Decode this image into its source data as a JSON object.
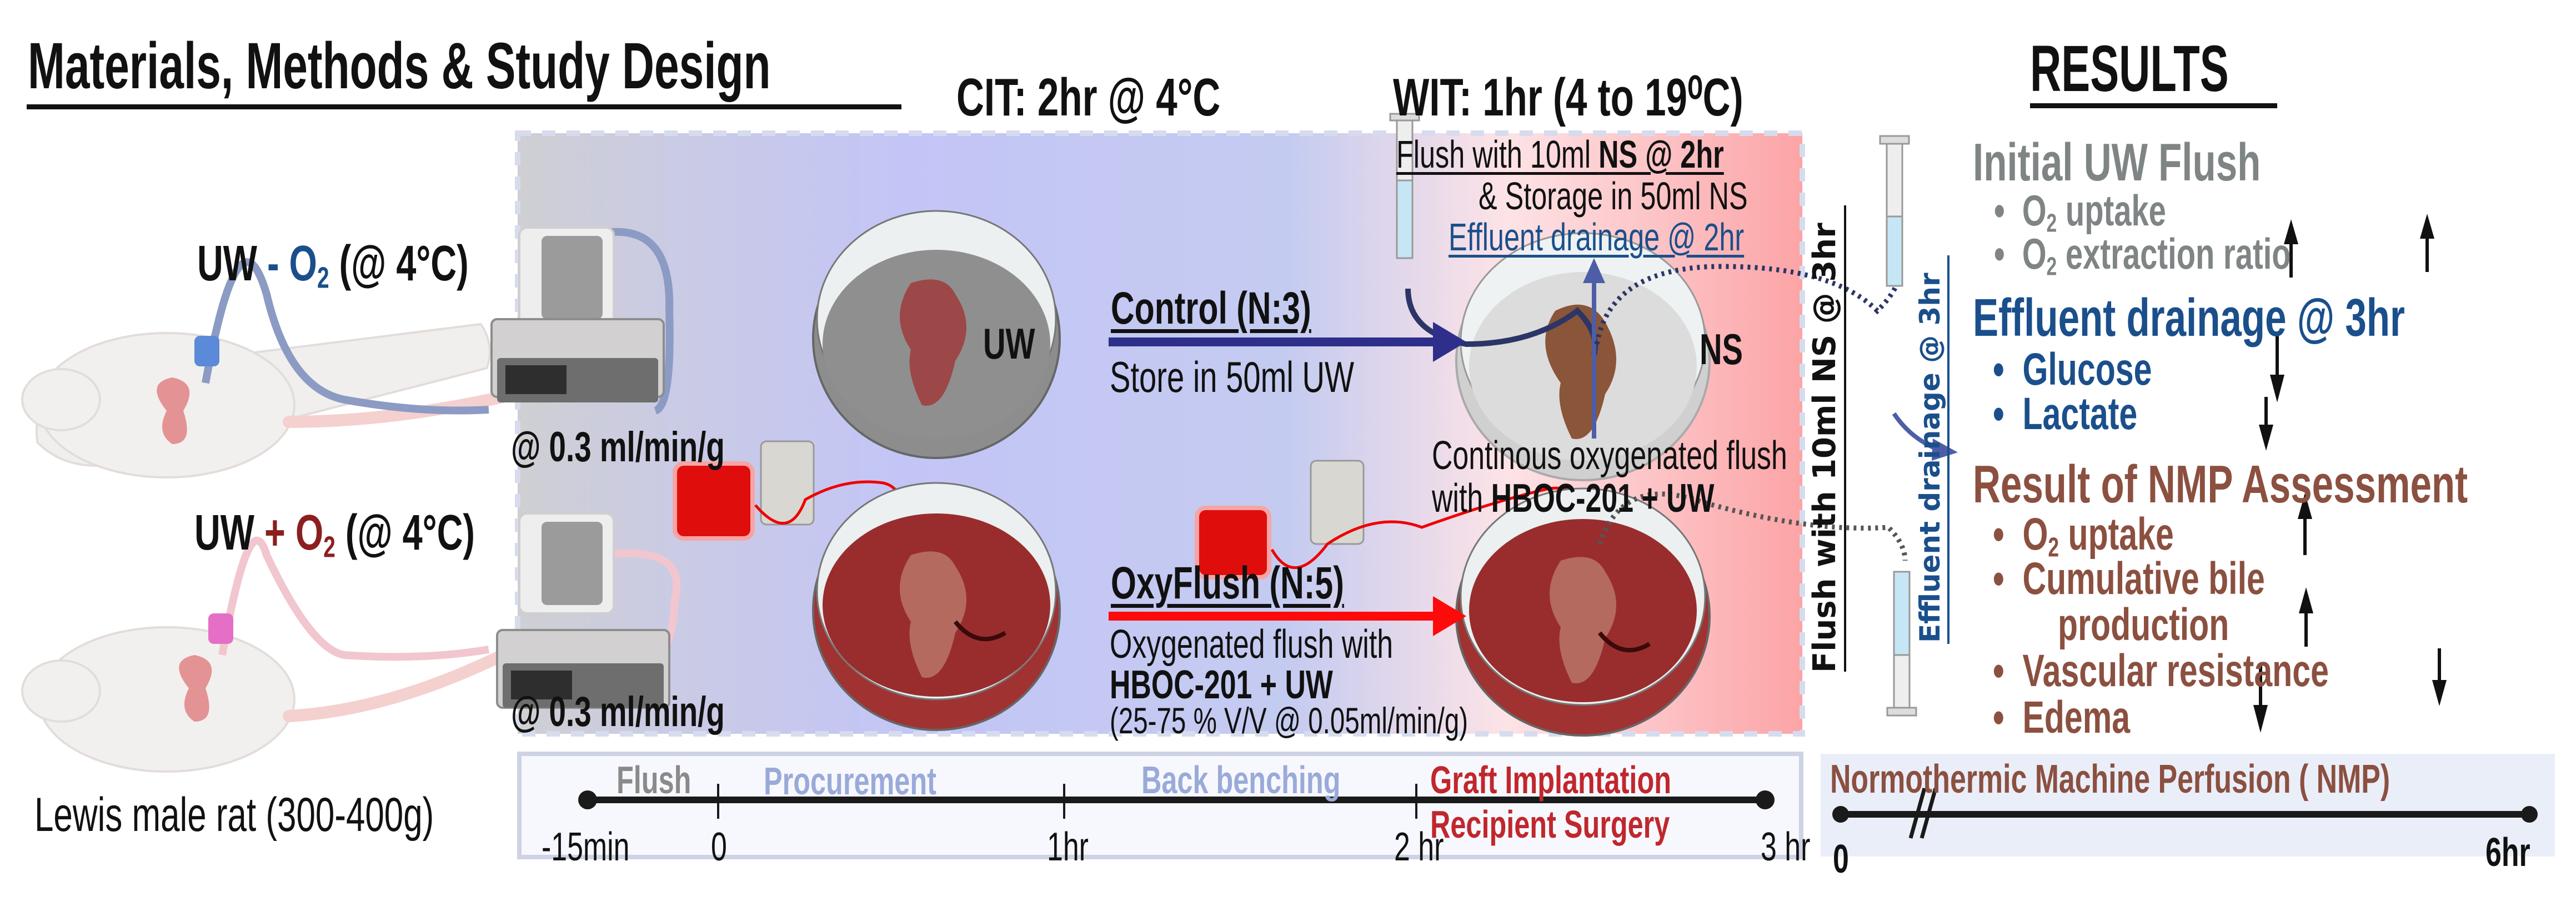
{
  "colors": {
    "o2_minus_blue": "#1a4f8b",
    "o2_plus_red": "#8b1f1f",
    "initial_flush_gray": "#7f8485",
    "effluent_blue": "#1a4f8b",
    "nmp_brown": "#8b5040",
    "control_arrow": "#2e2f8a",
    "oxyflush_arrow": "#ff0a0a",
    "timeline_flush": "#8a8a8a",
    "timeline_phase": "#9aaad8",
    "timeline_graft": "#c0272d"
  },
  "header": {
    "title": "Materials, Methods & Study Design",
    "cit": "CIT: 2hr @ 4°C",
    "wit": "WIT: 1hr (4 to 19⁰C)",
    "results": "RESULTS"
  },
  "left": {
    "uw_minus": {
      "prefix": "UW ",
      "op": "-",
      "chem": " O",
      "sub": "2",
      "suffix": " (@ 4°C)"
    },
    "uw_plus": {
      "prefix": "UW ",
      "op": "+",
      "chem": " O",
      "sub": "2",
      "suffix": " (@ 4°C)"
    },
    "rate_top": "@ 0.3 ml/min/g",
    "rate_bottom": "@ 0.3 ml/min/g",
    "rat_label": "Lewis male rat (300-400g)"
  },
  "center": {
    "dish_uw_label": "UW",
    "dish_ns_label": "NS",
    "control_title": "Control (N:3)",
    "control_desc": "Store in 50ml UW",
    "oxy_title": "OxyFlush (N:5)",
    "oxy_desc1": "Oxygenated flush with",
    "oxy_desc2": "HBOC-201 + UW",
    "oxy_desc3": "(25-75 % V/V  @ 0.05ml/min/g)",
    "flush_ns_a": "Flush with 10ml ",
    "flush_ns_b": "NS @ 2hr",
    "storage_ns": "& Storage in 50ml NS",
    "effluent_2hr": "Effluent drainage @ 2hr",
    "continuous_1": "Continous oxygenated flush",
    "continuous_2a": "with ",
    "continuous_2b": "HBOC-201 + UW",
    "vertical_flush": "Flush with 10ml NS @ 3hr",
    "vertical_effluent": "Effluent drainage @ 3hr"
  },
  "results": {
    "initial": {
      "title": "Initial UW Flush",
      "items": [
        {
          "chem": "O",
          "sub": "2",
          "text": " uptake",
          "trend": "up"
        },
        {
          "chem": "O",
          "sub": "2",
          "text": " extraction ratio",
          "trend": "up"
        }
      ]
    },
    "effluent": {
      "title": "Effluent drainage @ 3hr",
      "items": [
        {
          "text": "Glucose",
          "trend": "down"
        },
        {
          "text": "Lactate",
          "trend": "down"
        }
      ]
    },
    "nmp": {
      "title": "Result of NMP Assessment",
      "items": [
        {
          "chem": "O",
          "sub": "2",
          "text": " uptake",
          "trend": "up"
        },
        {
          "text": "Cumulative bile",
          "text2": "production",
          "trend": "up"
        },
        {
          "text": "Vascular resistance",
          "trend": "down"
        },
        {
          "text": "Edema",
          "trend": "down"
        }
      ]
    }
  },
  "timeline": {
    "phases": [
      "Flush",
      "Procurement",
      "Back benching",
      "Graft Implantation",
      "Recipient Surgery"
    ],
    "ticks": [
      "-15min",
      "0",
      "1hr",
      "2 hr",
      "3 hr"
    ]
  },
  "nmp_timeline": {
    "title": "Normothermic Machine Perfusion ( NMP)",
    "start": "0",
    "end": "6hr"
  }
}
